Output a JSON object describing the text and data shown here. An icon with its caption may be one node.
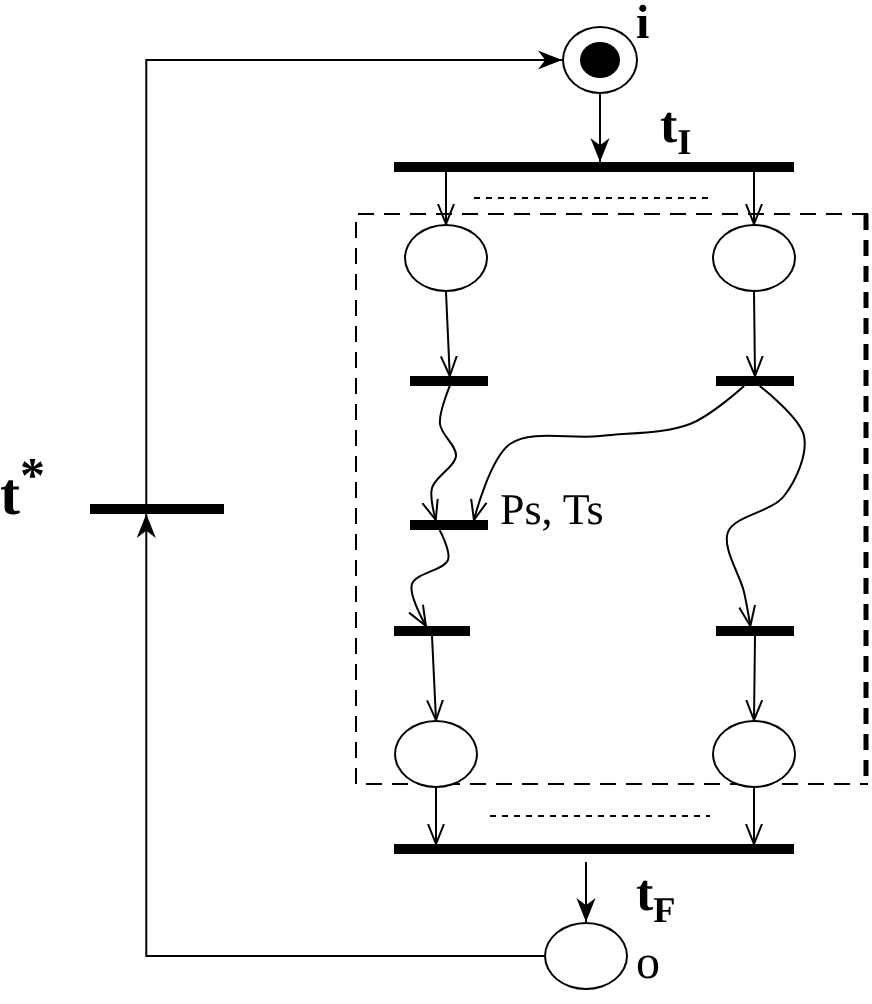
{
  "diagram": {
    "nodes": [
      {
        "text": [],
        "shape": "circle",
        "beside": [
          "i"
        ]
      },
      {
        "text": [],
        "shape": "bar",
        "beside": [
          "t$_{I}$"
        ]
      },
      {
        "text": [],
        "shape": "circle"
      },
      {
        "text": [],
        "shape": "circle"
      },
      {
        "text": [],
        "shape": "bar"
      },
      {
        "text": [],
        "shape": "bar"
      },
      {
        "text": [],
        "shape": "bar",
        "beside": [
          "Ps, Ts"
        ]
      },
      {
        "text": [],
        "shape": "bar"
      },
      {
        "text": [],
        "shape": "bar"
      },
      {
        "text": [],
        "shape": "circle"
      },
      {
        "text": [],
        "shape": "circle"
      },
      {
        "text": [],
        "shape": "bar",
        "beside": [
          "t$_{F}$"
        ]
      },
      {
        "text": [],
        "shape": "circle",
        "beside": [
          "o"
        ]
      },
      {
        "text": [],
        "shape": "bar",
        "beside": [
          "t$^{*}$"
        ]
      }
    ],
    "edges": [
      {
        "from": 0,
        "to": 1,
        "arrow": "to"
      },
      {
        "from": 1,
        "to": 2,
        "arrow": "to"
      },
      {
        "from": 1,
        "to": 3,
        "arrow": "to"
      },
      {
        "from": 2,
        "to": 4,
        "arrow": "to"
      },
      {
        "from": 3,
        "to": 5,
        "arrow": "to"
      },
      {
        "from": 4,
        "to": 6,
        "arrow": "to"
      },
      {
        "from": 5,
        "to": 6,
        "arrow": "to"
      },
      {
        "from": 6,
        "to": 7,
        "arrow": "to"
      },
      {
        "from": 5,
        "to": 8,
        "arrow": "to"
      },
      {
        "from": 7,
        "to": 9,
        "arrow": "to"
      },
      {
        "from": 8,
        "to": 10,
        "arrow": "to"
      },
      {
        "from": 9,
        "to": 11,
        "arrow": "to"
      },
      {
        "from": 10,
        "to": 11,
        "arrow": "to"
      },
      {
        "from": 11,
        "to": 12,
        "arrow": "to"
      },
      {
        "from": 12,
        "to": 13,
        "arrow": "to"
      },
      {
        "from": 13,
        "to": 0,
        "arrow": "to"
      }
    ]
  }
}
